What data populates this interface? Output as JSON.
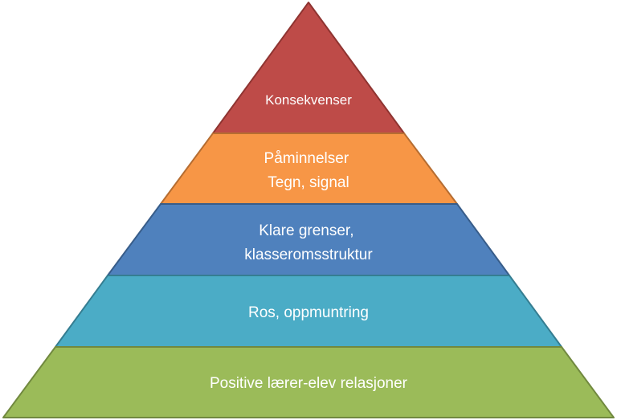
{
  "tiers": [
    {
      "lines": [
        "Konsekvenser"
      ],
      "fill": "#be4b48",
      "stroke": "#8f3431"
    },
    {
      "lines": [
        "Påminnelser",
        "Tegn, signal"
      ],
      "fill": "#f79646",
      "stroke": "#b66d31"
    },
    {
      "lines": [
        "Klare grenser,",
        "klasseromsstruktur"
      ],
      "fill": "#4f81bd",
      "stroke": "#385d8a"
    },
    {
      "lines": [
        "Ros, oppmuntring"
      ],
      "fill": "#4bacc6",
      "stroke": "#357d91"
    },
    {
      "lines": [
        "Positive lærer-elev relasjoner"
      ],
      "fill": "#9bbb59",
      "stroke": "#71893f"
    }
  ]
}
